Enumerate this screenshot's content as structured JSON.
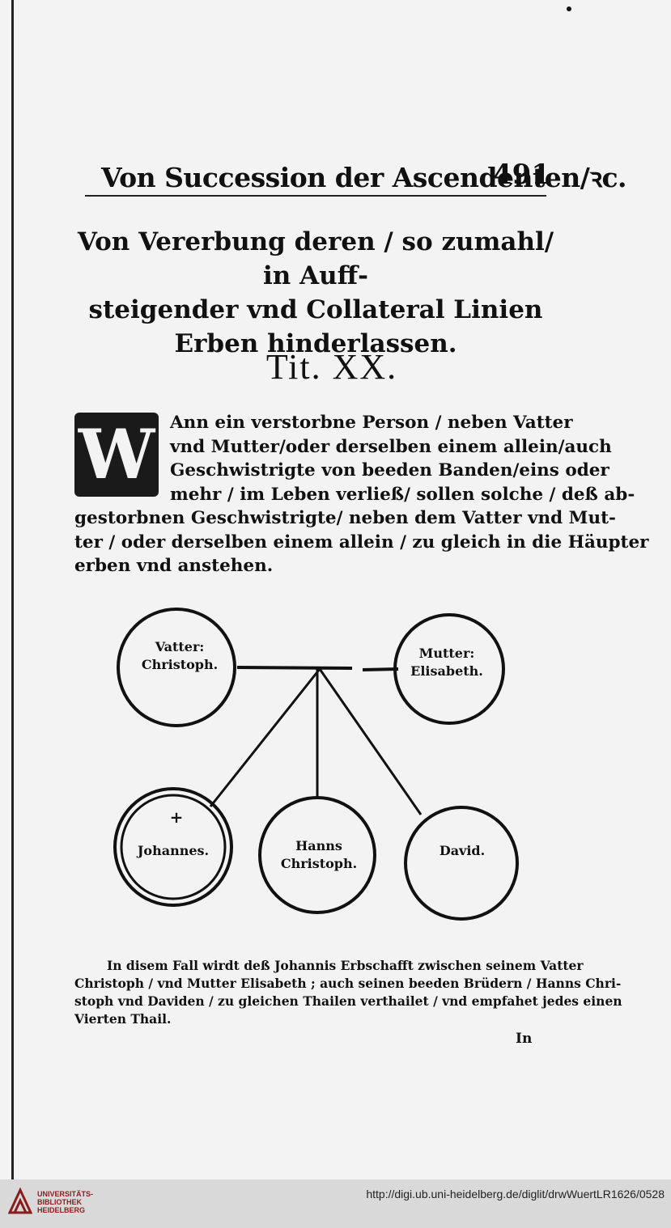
{
  "running_head": {
    "title": "Von Succession der Ascendenten/ꝛc.",
    "page_number": "491"
  },
  "heading": {
    "lines": [
      "Von Vererbung deren / so zumahl/ in Auff-",
      "steigender vnd Collateral Linien",
      "Erben hinderlassen."
    ]
  },
  "title_number": "Tit. XX.",
  "body": {
    "initial": "W",
    "lines": [
      "Ann ein verstorbne Person / neben Vatter",
      "vnd Mutter/oder derselben einem allein/auch",
      "Geschwistrigte von beeden Banden/eins oder",
      "mehr / im Leben verließ/ sollen solche / deß ab-",
      "gestorbnen Geschwistrigte/ neben dem Vatter vnd Mut-",
      "ter / oder derselben einem allein / zu gleich in die Häupter",
      "erben vnd anstehen."
    ]
  },
  "diagram": {
    "father": [
      "Vatter:",
      "Christoph."
    ],
    "mother": [
      "Mutter:",
      "Elisabeth."
    ],
    "deceased_mark": "+",
    "children": [
      [
        "Johannes."
      ],
      [
        "Hanns",
        "Christoph."
      ],
      [
        "David."
      ]
    ]
  },
  "caption": {
    "lines": [
      "In disem Fall wirdt deß Johannis Erbschafft zwischen seinem Vatter",
      "Christoph / vnd Mutter Elisabeth ; auch seinen beeden Brüdern / Hanns Chri-",
      "stoph vnd Daviden / zu gleichen Thailen verthailet / vnd empfahet jedes einen",
      "Vierten Thail."
    ]
  },
  "catchword": "In",
  "footer": {
    "library": [
      "UNIVERSITÄTS-",
      "BIBLIOTHEK",
      "HEIDELBERG"
    ],
    "url": "http://digi.ub.uni-heidelberg.de/diglit/drwWuertLR1626/0528"
  }
}
